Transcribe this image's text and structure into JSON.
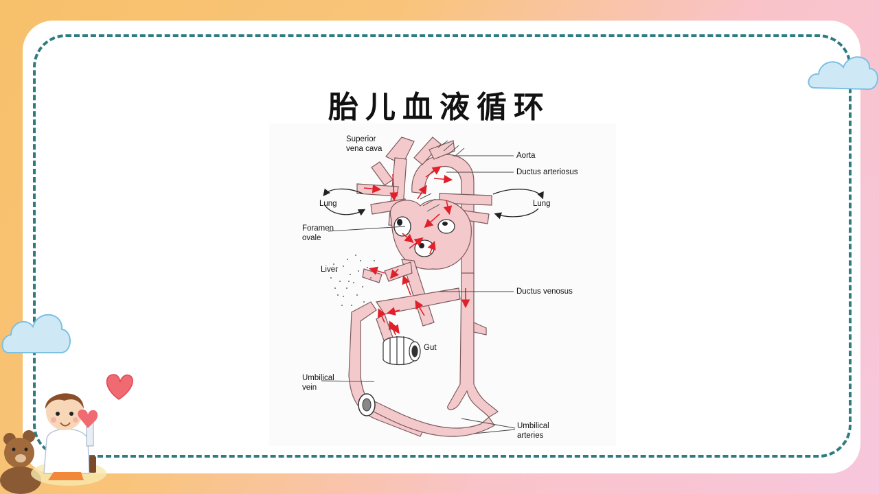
{
  "slide": {
    "title": "胎儿血液循环"
  },
  "diagram": {
    "labels": {
      "superior_vena_cava_1": "Superior",
      "superior_vena_cava_2": "vena cava",
      "aorta": "Aorta",
      "ductus_arteriosus": "Ductus arteriosus",
      "lung_left": "Lung",
      "lung_right": "Lung",
      "foramen_ovale_1": "Foramen",
      "foramen_ovale_2": "ovale",
      "liver": "Liver",
      "ductus_venosus": "Ductus venosus",
      "gut": "Gut",
      "umbilical_vein_1": "Umbilical",
      "umbilical_vein_2": "vein",
      "umbilical_arteries_1": "Umbilical",
      "umbilical_arteries_2": "arteries"
    },
    "colors": {
      "vessel_fill": "#f4c9cc",
      "vessel_stroke": "#7a5a5c",
      "flow_arrow": "#e0202a",
      "dashed_border": "#2e7c80"
    }
  },
  "decorations": {
    "icons": [
      "cloud-icon",
      "heart-icon",
      "boy-doctor-illustration",
      "teddy-bear-illustration"
    ]
  }
}
